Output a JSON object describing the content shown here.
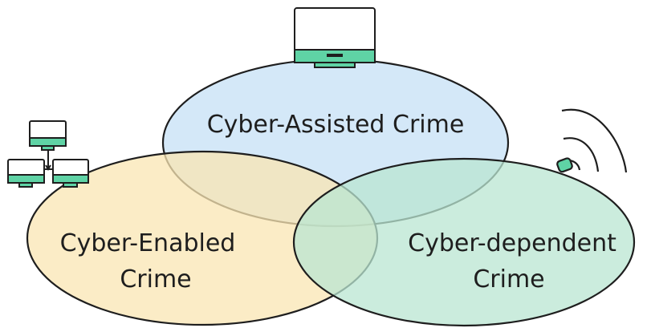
{
  "sets": [
    {
      "id": "assisted",
      "lines": [
        "Cyber-Assisted Crime"
      ],
      "fill": "#cde4f7",
      "icon": "monitor-icon"
    },
    {
      "id": "enabled",
      "lines": [
        "Cyber-Enabled",
        "Crime"
      ],
      "fill": "#f9e6b3",
      "icon": "network-icon"
    },
    {
      "id": "dependent",
      "lines": [
        "Cyber-dependent",
        "Crime"
      ],
      "fill": "#c3ead9",
      "icon": "wireless-signal-icon"
    }
  ],
  "colors": {
    "stroke": "#1e1e1e",
    "screen_accent": "#5fd3a5",
    "overlap_tint": "#9fc7a7"
  }
}
